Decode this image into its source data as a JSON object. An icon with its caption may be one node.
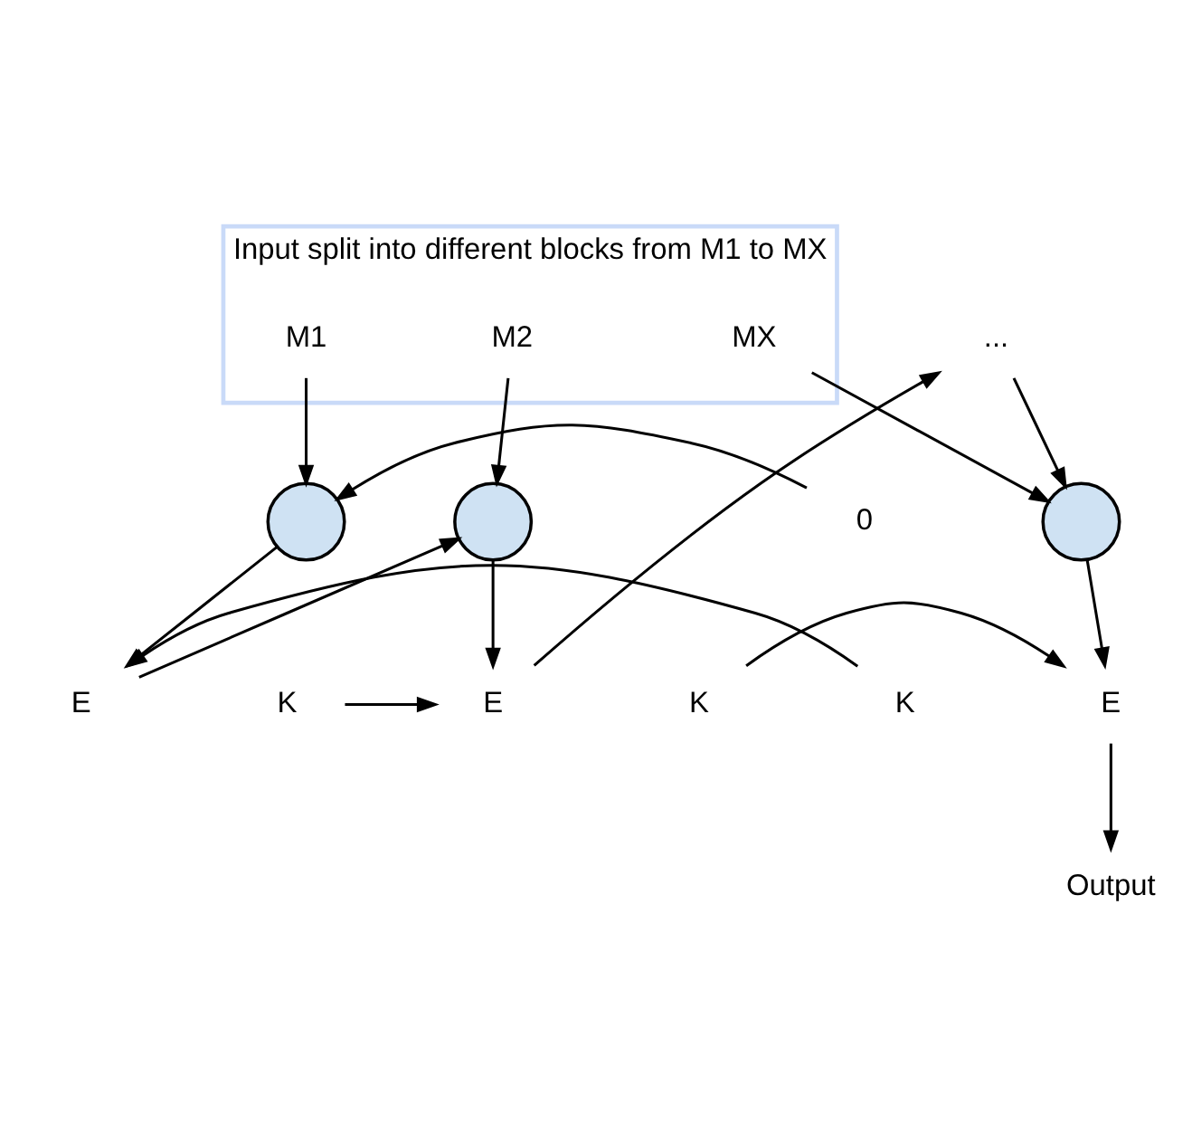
{
  "diagram": {
    "nodes": [
      {
        "text": [
          "Input split into different blocks from M1 to MX"
        ]
      },
      {
        "text": [
          "M1"
        ],
        "in": 0
      },
      {
        "text": [
          "M2"
        ],
        "in": 0
      },
      {
        "text": [
          "MX"
        ],
        "in": 0
      },
      {
        "text": [
          "0"
        ]
      },
      {
        "text": [],
        "shape": "circle"
      },
      {
        "text": [],
        "shape": "circle"
      },
      {
        "text": [],
        "shape": "circle"
      },
      {
        "text": [
          "..."
        ]
      },
      {
        "text": [
          "K"
        ]
      },
      {
        "text": [
          "E"
        ]
      },
      {
        "text": [
          "K"
        ]
      },
      {
        "text": [
          "E"
        ]
      },
      {
        "text": [
          "E"
        ]
      },
      {
        "text": [
          "K"
        ]
      },
      {
        "text": [
          "Output"
        ]
      }
    ],
    "edges": [
      {
        "from": 1,
        "to": 5,
        "arrow": "to"
      },
      {
        "from": 2,
        "to": 6,
        "arrow": "to"
      },
      {
        "from": 3,
        "to": 7,
        "arrow": "to"
      },
      {
        "from": 4,
        "to": 5,
        "arrow": "to"
      },
      {
        "from": 5,
        "to": 10,
        "arrow": "to"
      },
      {
        "from": 9,
        "to": 10,
        "arrow": "to"
      },
      {
        "from": 10,
        "to": 6,
        "arrow": "to"
      },
      {
        "from": 6,
        "to": 12,
        "arrow": "to"
      },
      {
        "from": 11,
        "to": 12,
        "arrow": "to"
      },
      {
        "from": 12,
        "to": 8,
        "arrow": "to"
      },
      {
        "from": 8,
        "to": 7,
        "arrow": "to"
      },
      {
        "from": 7,
        "to": 13,
        "arrow": "to"
      },
      {
        "from": 14,
        "to": 13,
        "arrow": "to"
      },
      {
        "from": 13,
        "to": 15,
        "arrow": "to"
      }
    ]
  }
}
